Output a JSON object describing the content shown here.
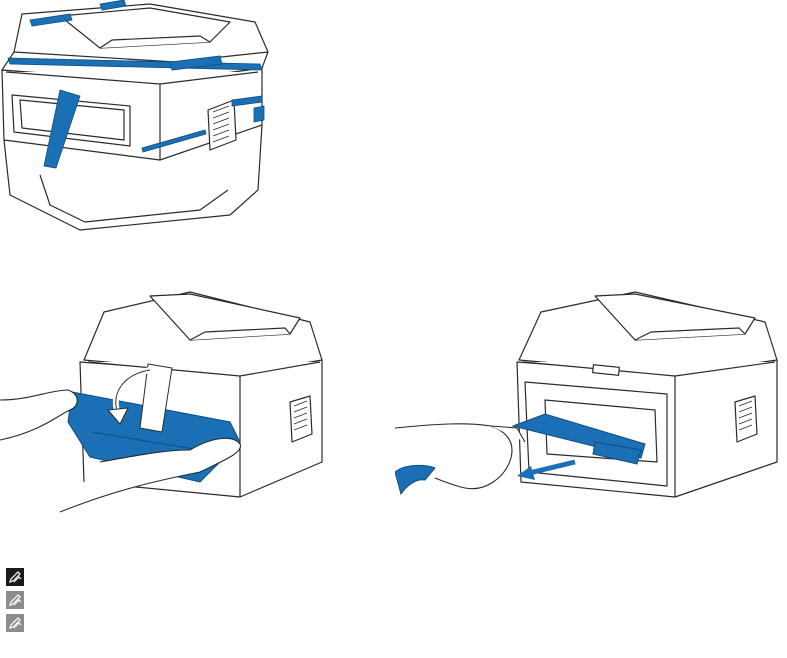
{
  "colors": {
    "outline": "#2b2b2b",
    "tape_blue": "#1a6fb5",
    "tape_blue_dark": "#0f4f86",
    "note_icon_dark": "#1a1a1a",
    "note_icon_light": "#8c8c8c"
  },
  "figures": [
    {
      "id": "printer-with-tapes",
      "icon": "printer-icon"
    },
    {
      "id": "open-front-cover",
      "icon": "printer-icon"
    },
    {
      "id": "remove-drum-tape",
      "icon": "printer-icon"
    }
  ],
  "notes": [
    {
      "icon": "note-pencil-icon",
      "style": "dark"
    },
    {
      "icon": "note-pencil-icon",
      "style": "light"
    },
    {
      "icon": "note-pencil-icon",
      "style": "light"
    }
  ]
}
